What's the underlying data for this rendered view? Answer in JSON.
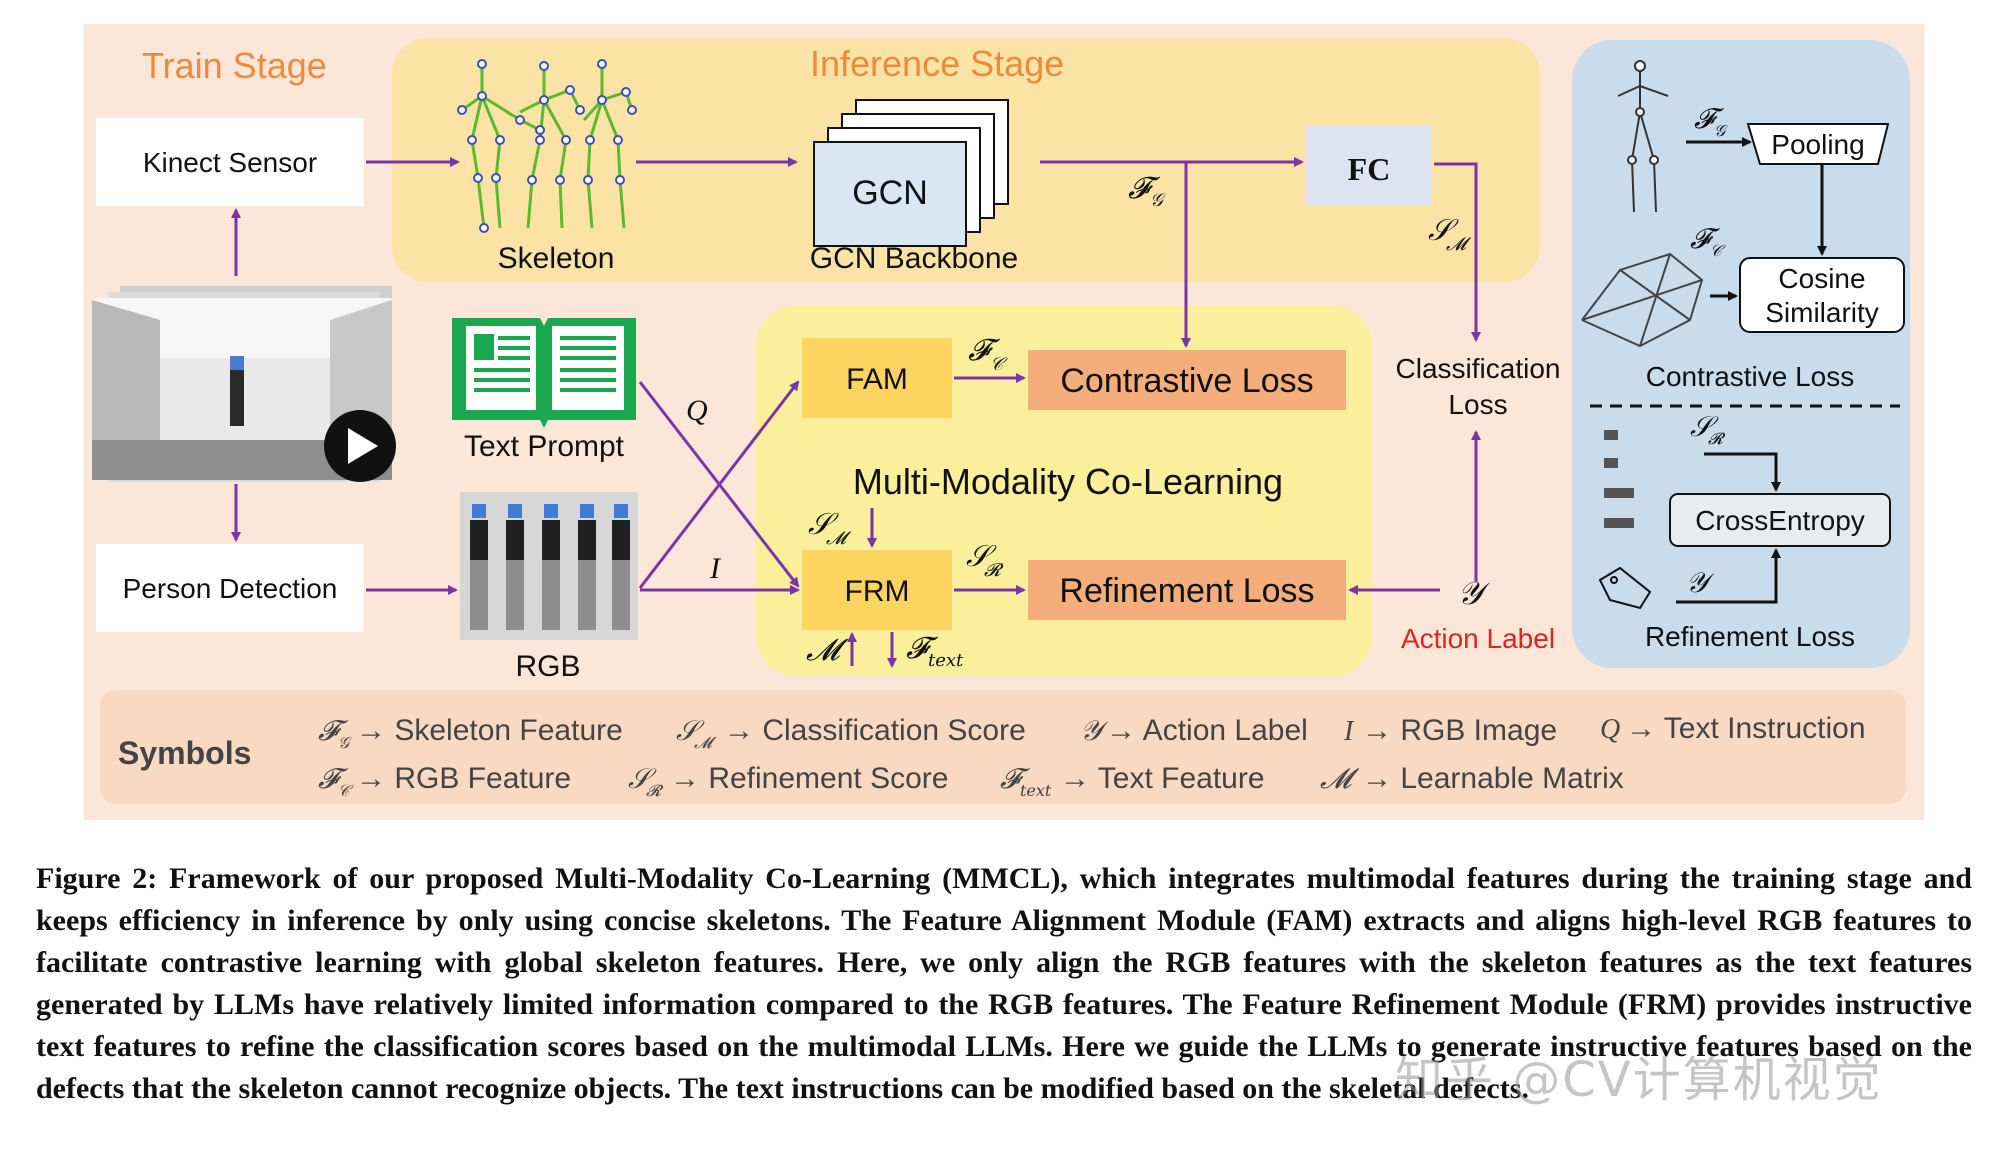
{
  "stages": {
    "train": "Train Stage",
    "inference": "Inference Stage"
  },
  "nodes": {
    "kinect": "Kinect Sensor",
    "person_detection": "Person Detection",
    "skeleton": "Skeleton",
    "gcn": "GCN",
    "gcn_backbone": "GCN Backbone",
    "fc": "FC",
    "text_prompt": "Text Prompt",
    "rgb": "RGB",
    "fam": "FAM",
    "frm": "FRM",
    "contrastive_loss": "Contrastive Loss",
    "refinement_loss": "Refinement Loss",
    "co_learning": "Multi-Modality Co-Learning",
    "classification_loss_l1": "Classification",
    "classification_loss_l2": "Loss",
    "action_label": "Action Label"
  },
  "math": {
    "fg": "𝓕",
    "fg_sub": "𝒢",
    "fc": "𝓕",
    "fc_sub": "𝒞",
    "sm": "𝒮",
    "sm_sub": "𝓜",
    "sr": "𝒮",
    "sr_sub": "𝓡",
    "m": "𝓜",
    "ftext": "𝓕",
    "ftext_sub": "text",
    "q": "Q",
    "i": "I",
    "y": "𝒴"
  },
  "right_panel": {
    "pooling": "Pooling",
    "cosine_l1": "Cosine",
    "cosine_l2": "Similarity",
    "contrastive_loss": "Contrastive Loss",
    "cross_entropy": "CrossEntropy",
    "refinement_loss": "Refinement Loss"
  },
  "symbols": {
    "title": "Symbols",
    "items": [
      "→ Skeleton Feature",
      "→ Classification Score",
      "→ Action Label",
      "→ RGB Image",
      "→ Text Instruction",
      "→ RGB Feature",
      "→ Refinement Score",
      "→ Text Feature",
      "→ Learnable Matrix"
    ]
  },
  "caption": "Figure 2: Framework of our proposed Multi-Modality Co-Learning (MMCL), which integrates multimodal features during the training stage and keeps efficiency in inference by only using concise skeletons. The Feature Alignment Module (FAM) extracts and aligns high-level RGB features to facilitate contrastive learning with global skeleton features. Here, we only align the RGB features with the skeleton features as the text features generated by LLMs have relatively limited information compared to the RGB features. The Feature Refinement Module (FRM) provides instructive text features to refine the classification scores based on the multimodal LLMs. Here we guide the LLMs to generate instructive features based on the defects that the skeleton cannot recognize objects. The text instructions can be modified based on the skeletal defects.",
  "watermark": "知乎 @CV计算机视觉",
  "colors": {
    "train_bg": "#fbe6d8",
    "inference_bg": "#fbe3a6",
    "colearn_bg": "#fbef9b",
    "right_panel_bg": "#c9dcec",
    "symbols_bg": "#f9d9c2",
    "arrow": "#7a35a8",
    "fam_frm": "#fdd45f",
    "loss_box": "#f3ae7c",
    "fc_box": "#dce4f2",
    "train_text": "#f08a3a",
    "action_label": "#e0251f",
    "book": "#1aa84e"
  }
}
